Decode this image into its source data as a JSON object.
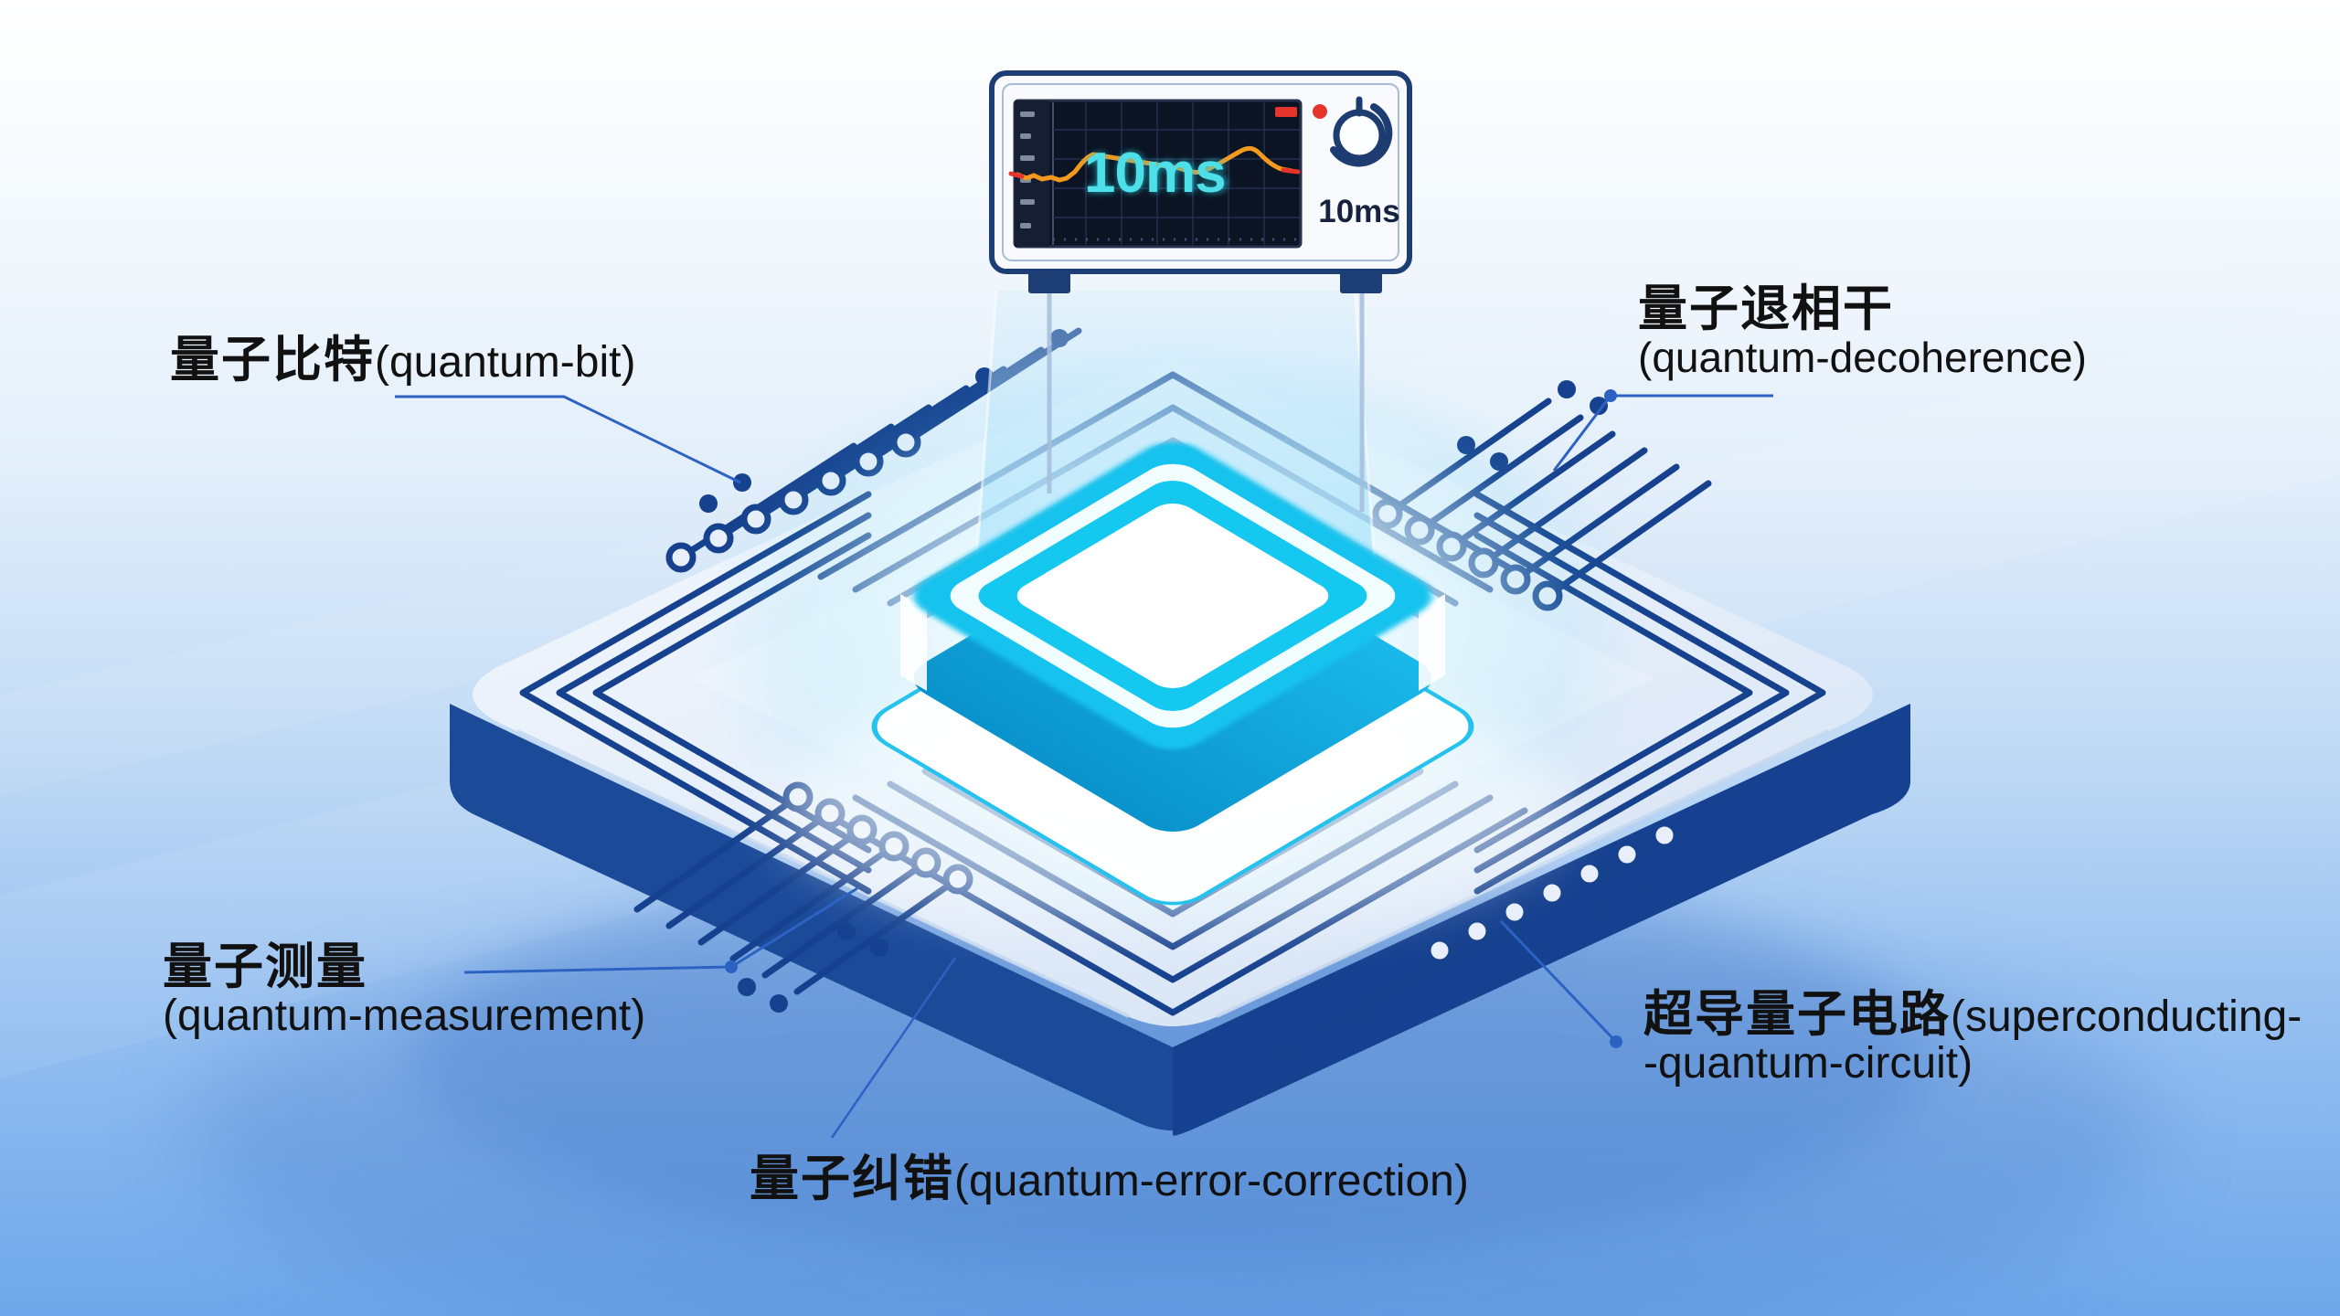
{
  "oscilloscope": {
    "screen_value": "10ms",
    "knob_label": "10ms",
    "indicator_icons": [
      "alert-bar-icon",
      "led-indicator-icon",
      "knob-icon"
    ]
  },
  "labels": {
    "quantum_bit": {
      "zh": "量子比特",
      "en": "(quantum-bit)"
    },
    "quantum_decoherence": {
      "zh": "量子退相干",
      "en": "(quantum-decoherence)"
    },
    "quantum_measurement": {
      "zh": "量子测量",
      "en": "(quantum-measurement)"
    },
    "superconducting_quantum_circuit": {
      "zh": "超导量子电路",
      "en_line1": "(superconducting-",
      "en_line2": "-quantum-circuit)"
    },
    "quantum_error_correction": {
      "zh": "量子纠错",
      "en": "(quantum-error-correction)"
    }
  },
  "colors": {
    "background_top": "#fdfeff",
    "background_bottom": "#6ea7ea",
    "board_top": "#e9effa",
    "board_side": "#1b4a99",
    "trace_navy": "#16418e",
    "glow_cyan": "#10c3ee",
    "leader_blue": "#2c63c3",
    "label_text": "#111111",
    "screen_cyan": "#4ee0e8",
    "waveform_orange": "#f2991f",
    "alert_red": "#e5342b",
    "device_border": "#1d3e74"
  }
}
